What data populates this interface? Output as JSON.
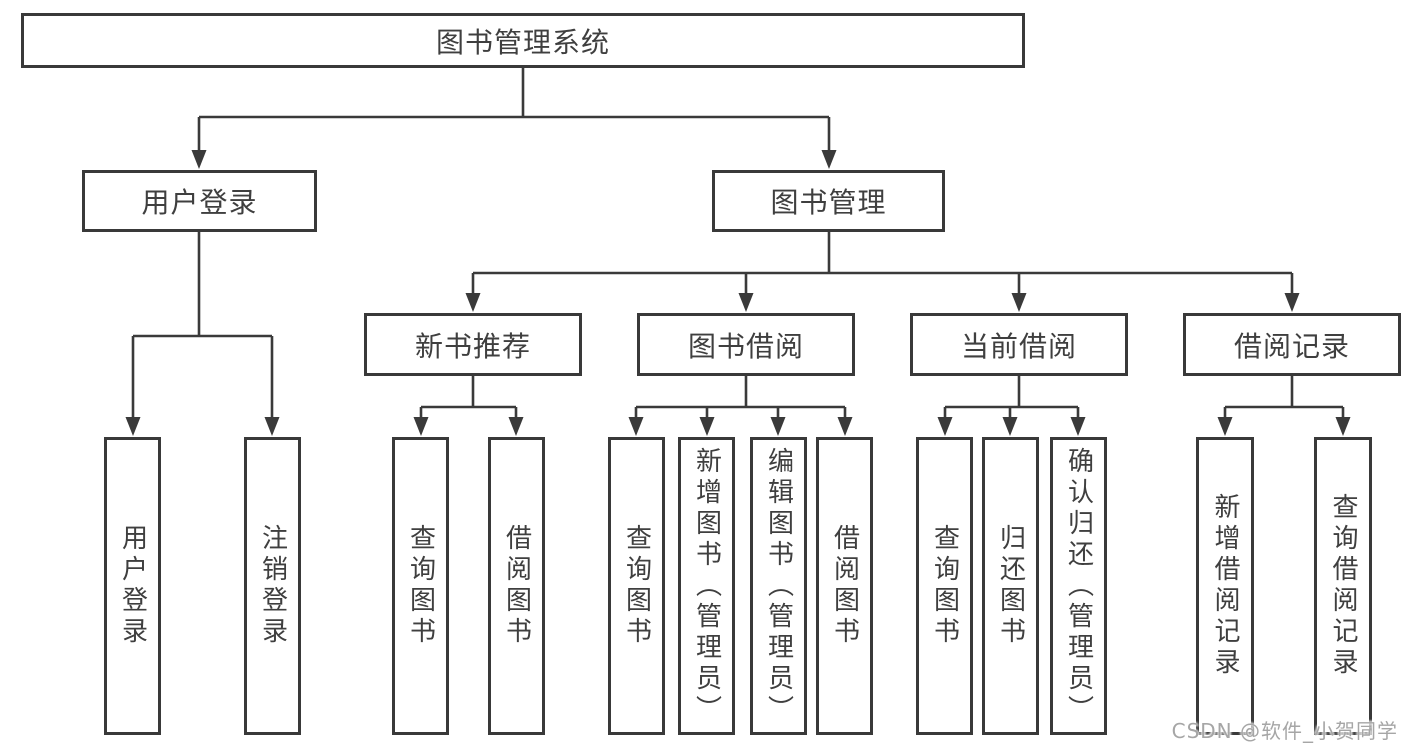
{
  "diagram_title": "图书管理系统",
  "nodes": {
    "root": {
      "label": "图书管理系统"
    },
    "level2": [
      {
        "label": "用户登录"
      },
      {
        "label": "图书管理"
      }
    ],
    "level3": [
      {
        "label": "新书推荐"
      },
      {
        "label": "图书借阅"
      },
      {
        "label": "当前借阅"
      },
      {
        "label": "借阅记录"
      }
    ],
    "level4": [
      {
        "label": "用户登录"
      },
      {
        "label": "注销登录"
      },
      {
        "label": "查询图书"
      },
      {
        "label": "借阅图书"
      },
      {
        "label": "查询图书"
      },
      {
        "label": "新增图书（管理员）"
      },
      {
        "label": "编辑图书（管理员）"
      },
      {
        "label": "借阅图书"
      },
      {
        "label": "查询图书"
      },
      {
        "label": "归还图书"
      },
      {
        "label": "确认归还（管理员）"
      },
      {
        "label": "新增借阅记录"
      },
      {
        "label": "查询借阅记录"
      }
    ]
  },
  "watermark": {
    "text": "CSDN @软件_小贺同学"
  },
  "colors": {
    "line": "#3a3a3a",
    "text": "#3f3f3f",
    "background": "#ffffff",
    "watermark": "#a6a6a6"
  }
}
